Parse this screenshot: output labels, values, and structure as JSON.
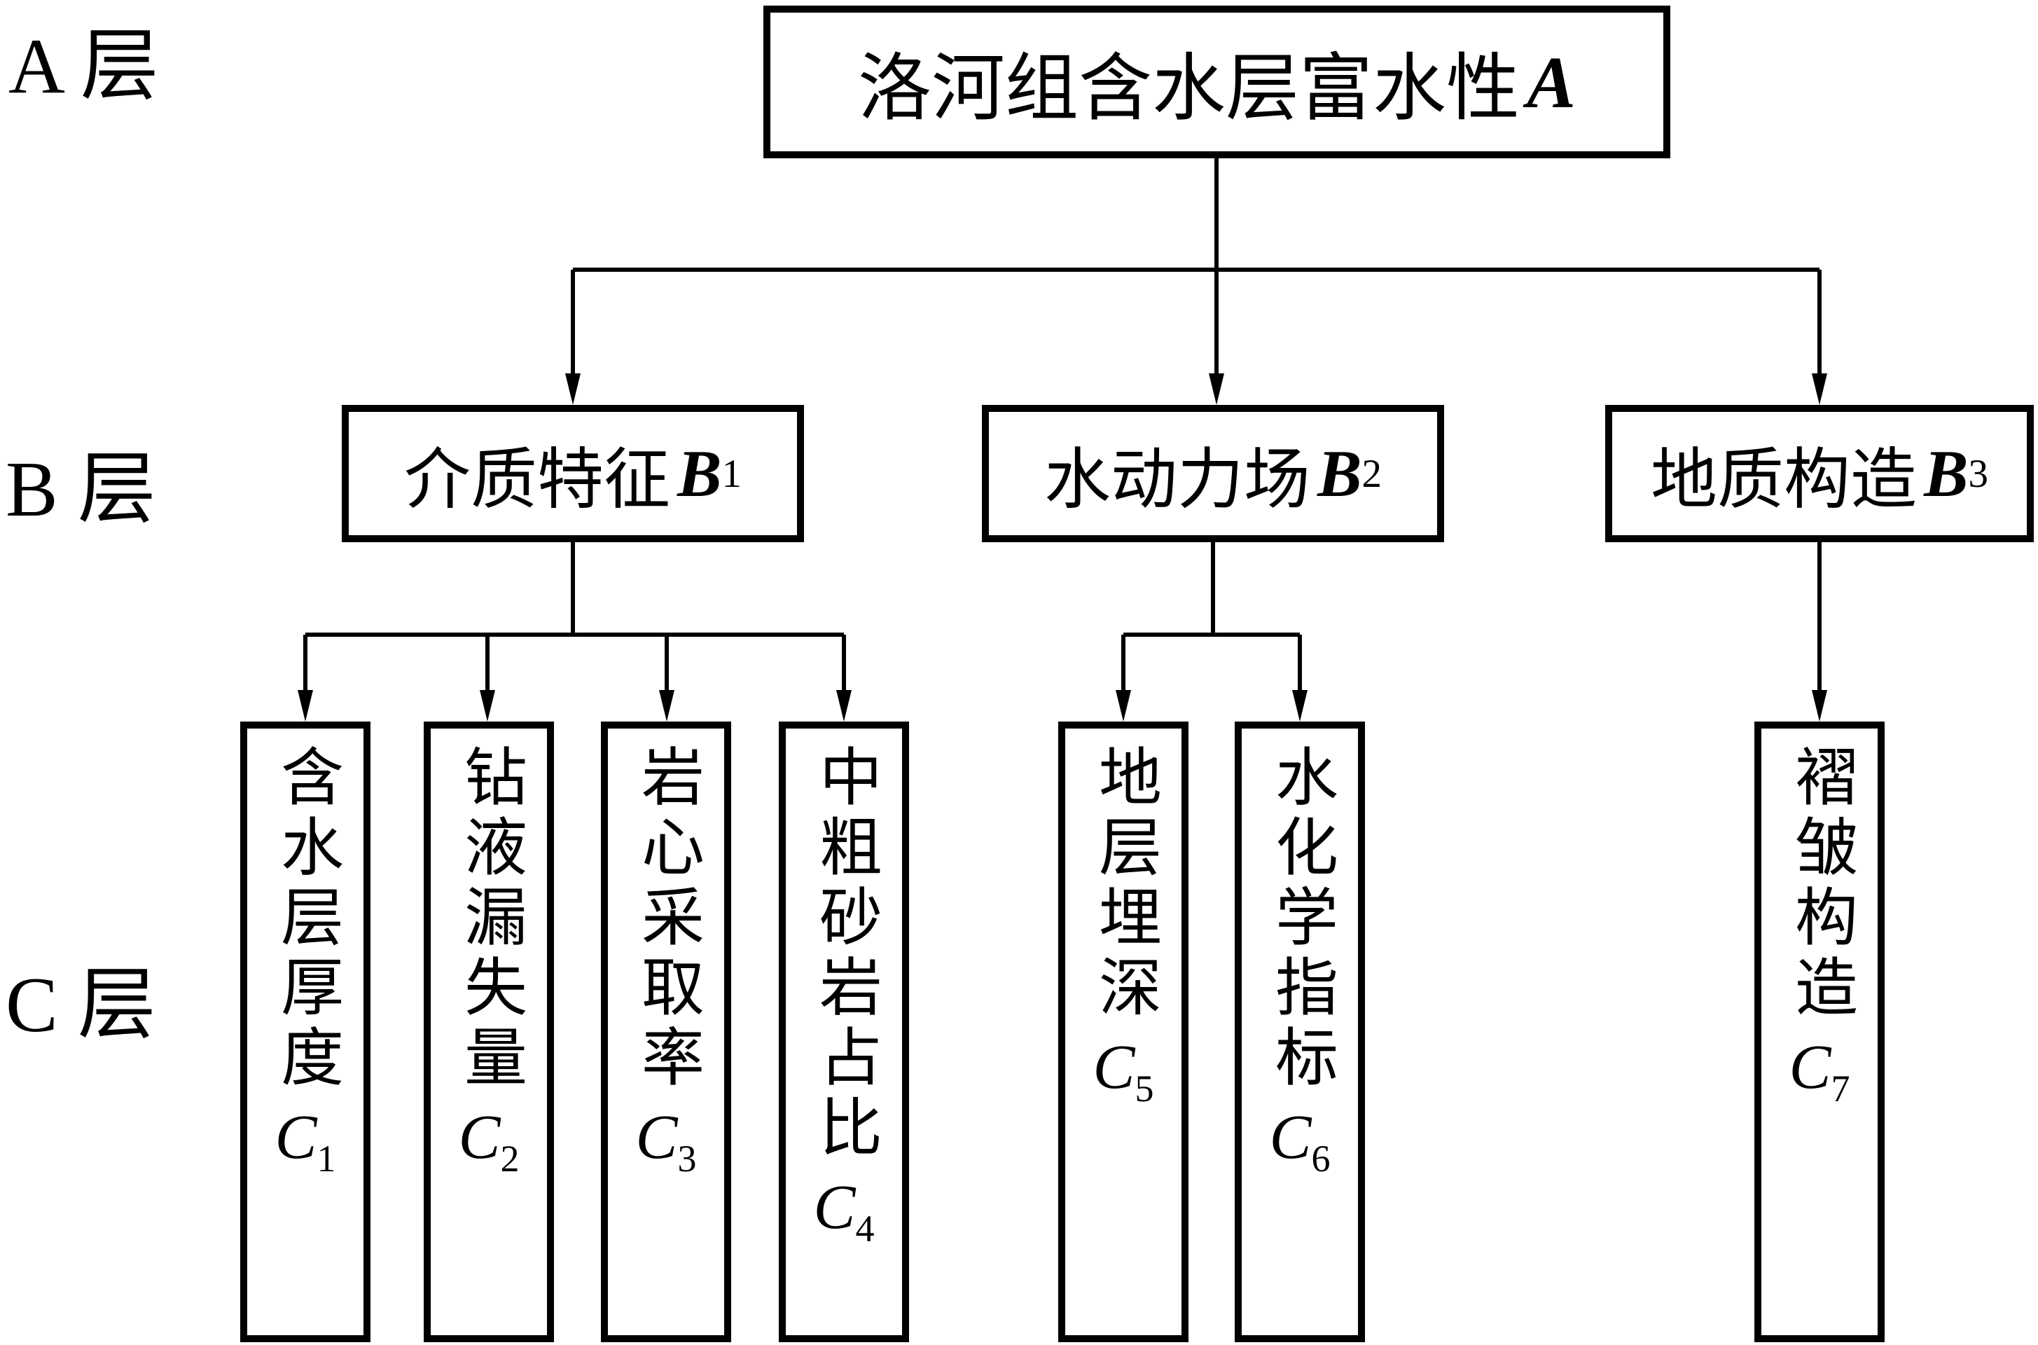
{
  "colors": {
    "background": "#ffffff",
    "lines_and_text": "#000000"
  },
  "layer_labels": [
    {
      "label": "A 层"
    },
    {
      "label": "B 层"
    },
    {
      "label": "C 层"
    }
  ],
  "root": {
    "title": "洛河组含水层富水性",
    "symbol": "A"
  },
  "b_nodes": [
    {
      "label": "介质特征",
      "symbol": "B",
      "sub": "1"
    },
    {
      "label": "水动力场",
      "symbol": "B",
      "sub": "2"
    },
    {
      "label": "地质构造",
      "symbol": "B",
      "sub": "3"
    }
  ],
  "c_nodes": [
    {
      "label": "含水层厚度",
      "symbol": "C",
      "sub": "1"
    },
    {
      "label": "钻液漏失量",
      "symbol": "C",
      "sub": "2"
    },
    {
      "label": "岩心采取率",
      "symbol": "C",
      "sub": "3"
    },
    {
      "label": "中粗砂岩占比",
      "symbol": "C",
      "sub": "4"
    },
    {
      "label": "地层埋深",
      "symbol": "C",
      "sub": "5"
    },
    {
      "label": "水化学指标",
      "symbol": "C",
      "sub": "6"
    },
    {
      "label": "褶皱构造",
      "symbol": "C",
      "sub": "7"
    }
  ]
}
